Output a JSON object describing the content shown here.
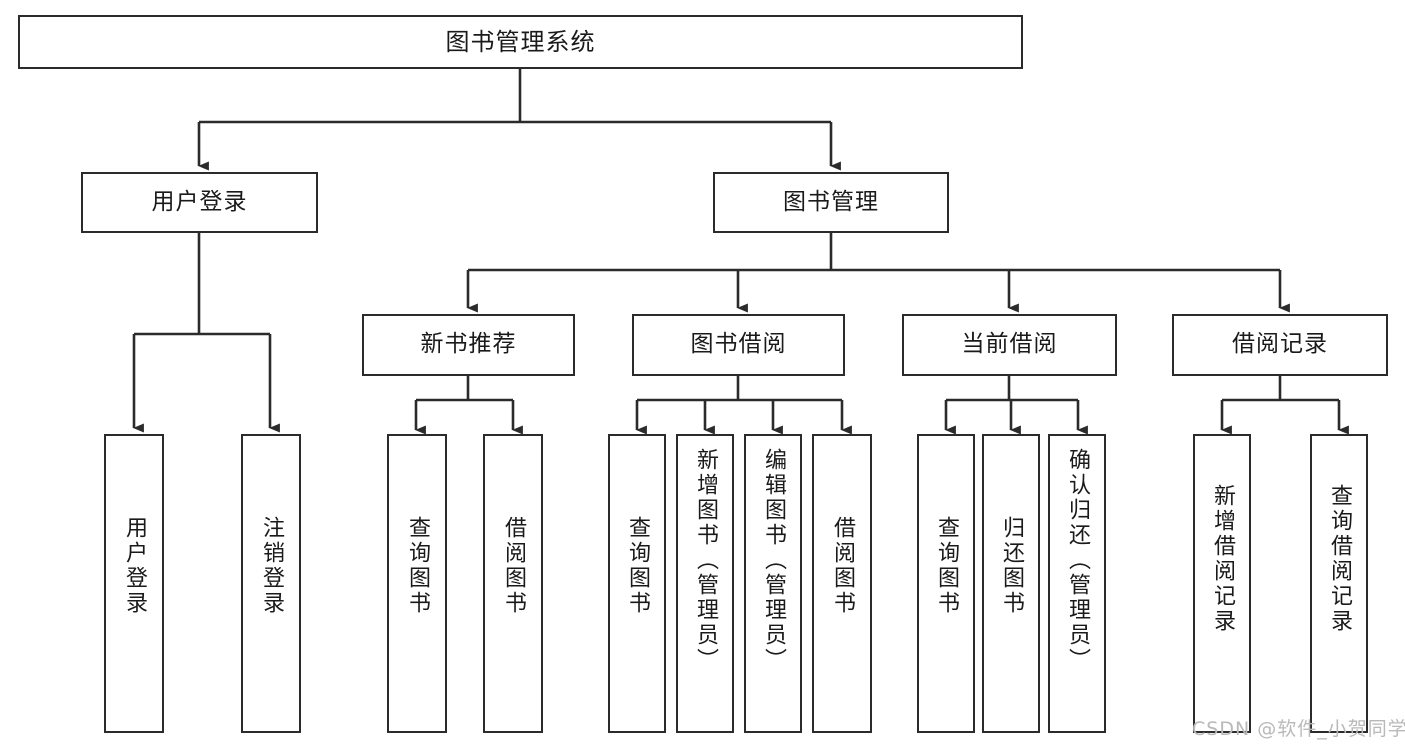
{
  "diagram": {
    "type": "tree-hierarchy-chart",
    "title": "图书管理系统",
    "orientation": "top-down",
    "line_color": "#2b2b2b",
    "box_fill": "#ffffff",
    "text_color": "#1a1a1a"
  },
  "root": {
    "label": "图书管理系统"
  },
  "level2": [
    {
      "label": "用户登录"
    },
    {
      "label": "图书管理"
    }
  ],
  "level3": [
    {
      "label": "新书推荐"
    },
    {
      "label": "图书借阅"
    },
    {
      "label": "当前借阅"
    },
    {
      "label": "借阅记录"
    }
  ],
  "leaves": {
    "user_login": [
      {
        "label": "用户登录"
      },
      {
        "label": "注销登录"
      }
    ],
    "new_book_recommend": [
      {
        "label": "查询图书"
      },
      {
        "label": "借阅图书"
      }
    ],
    "book_borrow": [
      {
        "label": "查询图书"
      },
      {
        "label": "新增图书（管理员）"
      },
      {
        "label": "编辑图书（管理员）"
      },
      {
        "label": "借阅图书"
      }
    ],
    "current_borrow": [
      {
        "label": "查询图书"
      },
      {
        "label": "归还图书"
      },
      {
        "label": "确认归还（管理员）"
      }
    ],
    "borrow_record": [
      {
        "label": "新增借阅记录"
      },
      {
        "label": "查询借阅记录"
      }
    ]
  },
  "watermark": {
    "text": "CSDN @软件_小贺同学"
  }
}
